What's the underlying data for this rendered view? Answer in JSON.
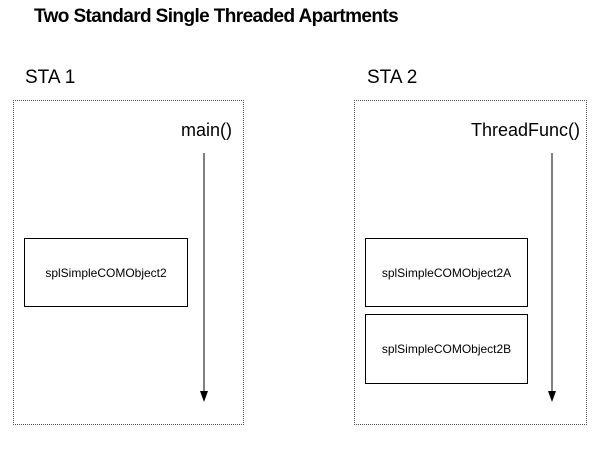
{
  "title": "Two Standard Single Threaded Apartments",
  "apartments": [
    {
      "label": "STA 1",
      "thread_function": "main()",
      "objects": [
        "splSimpleCOMObject2"
      ]
    },
    {
      "label": "STA 2",
      "thread_function": "ThreadFunc()",
      "objects": [
        "splSimpleCOMObject2A",
        "splSimpleCOMObject2B"
      ]
    }
  ]
}
